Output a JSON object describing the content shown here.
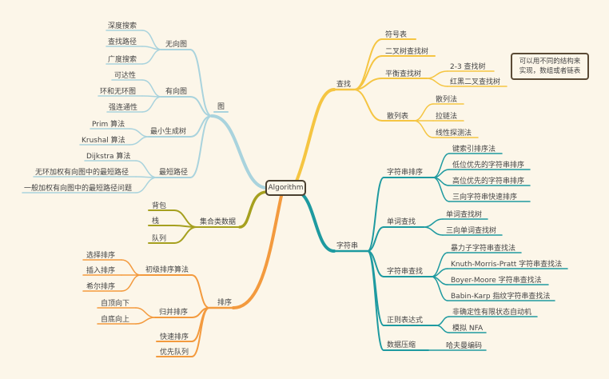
{
  "root": "Algorithm",
  "colors": {
    "graph": "#a9d3dd",
    "search": "#f5c542",
    "string": "#1e9aa0",
    "collection": "#a6a01f",
    "sort": "#f39a3e",
    "root_border": "#4a4030"
  },
  "note": {
    "line1": "可以用不同的结构来",
    "line2": "实现，数组或者链表"
  },
  "nodes": {
    "graph": {
      "label": "图",
      "undirected": {
        "label": "无向图",
        "items": [
          "深度搜索",
          "查找路径",
          "广度搜索"
        ]
      },
      "directed": {
        "label": "有向图",
        "items": [
          "可达性",
          "环和无环图",
          "强连通性"
        ]
      },
      "mst": {
        "label": "最小生成树",
        "items": [
          "Prim 算法",
          "Krushal 算法"
        ]
      },
      "shortest": {
        "label": "最短路径",
        "items": [
          "Dijkstra 算法",
          "无环加权有向图中的最短路径",
          "一般加权有向图中的最短路径问题"
        ]
      }
    },
    "collection": {
      "label": "集合类数据",
      "items": [
        "背包",
        "栈",
        "队列"
      ]
    },
    "sort": {
      "label": "排序",
      "elementary": {
        "label": "初级排序算法",
        "items": [
          "选择排序",
          "插入排序",
          "希尔排序"
        ]
      },
      "merge": {
        "label": "归并排序",
        "items": [
          "自顶向下",
          "自底向上"
        ]
      },
      "quick": "快速排序",
      "pq": "优先队列"
    },
    "search": {
      "label": "查找",
      "symbol": "符号表",
      "bst": "二叉树查找树",
      "balanced": {
        "label": "平衡查找树",
        "items": [
          "2-3 查找树",
          "红黑二叉查找树"
        ]
      },
      "hash": {
        "label": "散列表",
        "items": [
          "散列法",
          "拉链法",
          "线性探测法"
        ]
      }
    },
    "string": {
      "label": "字符串",
      "sorting": {
        "label": "字符串排序",
        "items": [
          "键索引排序法",
          "低位优先的字符串排序",
          "高位优先的字符串排序",
          "三向字符串快速排序"
        ]
      },
      "word": {
        "label": "单词查找",
        "items": [
          "单词查找树",
          "三向单词查找树"
        ]
      },
      "substr": {
        "label": "字符串查找",
        "items": [
          "暴力子字符串查找法",
          "Knuth-Morris-Pratt 字符串查找法",
          "Boyer-Moore 字符串查找法",
          "Babin-Karp 指纹字符串查找法"
        ]
      },
      "regex": {
        "label": "正则表达式",
        "items": [
          "非确定性有限状态自动机",
          "模拟 NFA"
        ]
      },
      "compress": {
        "label": "数据压缩",
        "items": [
          "哈夫曼编码"
        ]
      }
    }
  }
}
